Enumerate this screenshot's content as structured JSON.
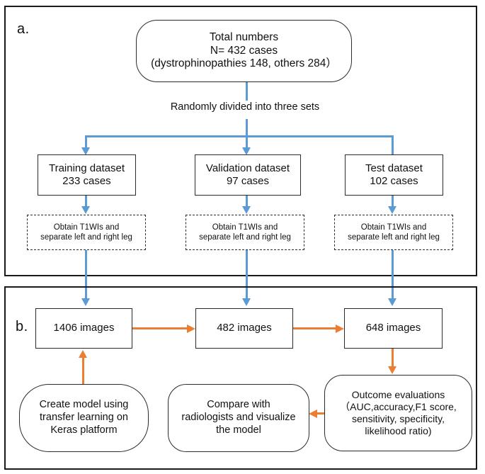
{
  "figure": {
    "panels": [
      {
        "key": "a",
        "label": "a."
      },
      {
        "key": "b",
        "label": "b."
      }
    ]
  },
  "panel_a": {
    "total_box": {
      "line1": "Total  numbers",
      "line2": "N= 432 cases",
      "line3": "(dystrophinopathies 148, others 284）"
    },
    "split_caption": "Randomly divided into three sets",
    "datasets": [
      {
        "name": "training",
        "line1": "Training dataset",
        "line2": "233 cases"
      },
      {
        "name": "validation",
        "line1": "Validation dataset",
        "line2": "97 cases"
      },
      {
        "name": "test",
        "line1": "Test dataset",
        "line2": "102 cases"
      }
    ],
    "obtain_step": {
      "line1": "Obtain T1WIs and",
      "line2": "separate left and right leg"
    }
  },
  "panel_b": {
    "image_counts": [
      {
        "name": "training-images",
        "label": "1406 images"
      },
      {
        "name": "validation-images",
        "label": "482 images"
      },
      {
        "name": "test-images",
        "label": "648 images"
      }
    ],
    "create_model": {
      "line1": "Create model using",
      "line2": "transfer learning on",
      "line3": "Keras platform"
    },
    "compare": {
      "line1": "Compare with",
      "line2": "radiologists and visualize",
      "line3": "the model"
    },
    "outcome": {
      "line1": "Outcome evaluations",
      "line2": "（AUC,accuracy,F1 score,",
      "line3": "sensitivity, specificity,",
      "line4": "likelihood ratio)"
    }
  },
  "colors": {
    "flow_blue": "#5B9BD5",
    "flow_orange": "#ED7D31",
    "node_border": "#2b2b2b",
    "panel_border": "#1a1a1a",
    "text": "#111111"
  }
}
